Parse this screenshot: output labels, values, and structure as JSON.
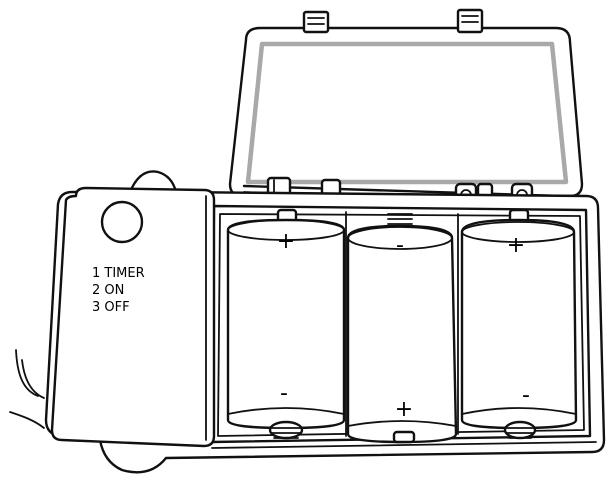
{
  "switch_label": {
    "line1": "1 TIMER",
    "line2": "2 ON",
    "line3": "3 OFF"
  },
  "batteries": [
    {
      "top": "+",
      "bottom": "-"
    },
    {
      "top": "-",
      "bottom": "+"
    },
    {
      "top": "+",
      "bottom": "-"
    }
  ],
  "colors": {
    "outline": "#111111",
    "gasket": "#a9a9a9",
    "background": "#ffffff"
  }
}
